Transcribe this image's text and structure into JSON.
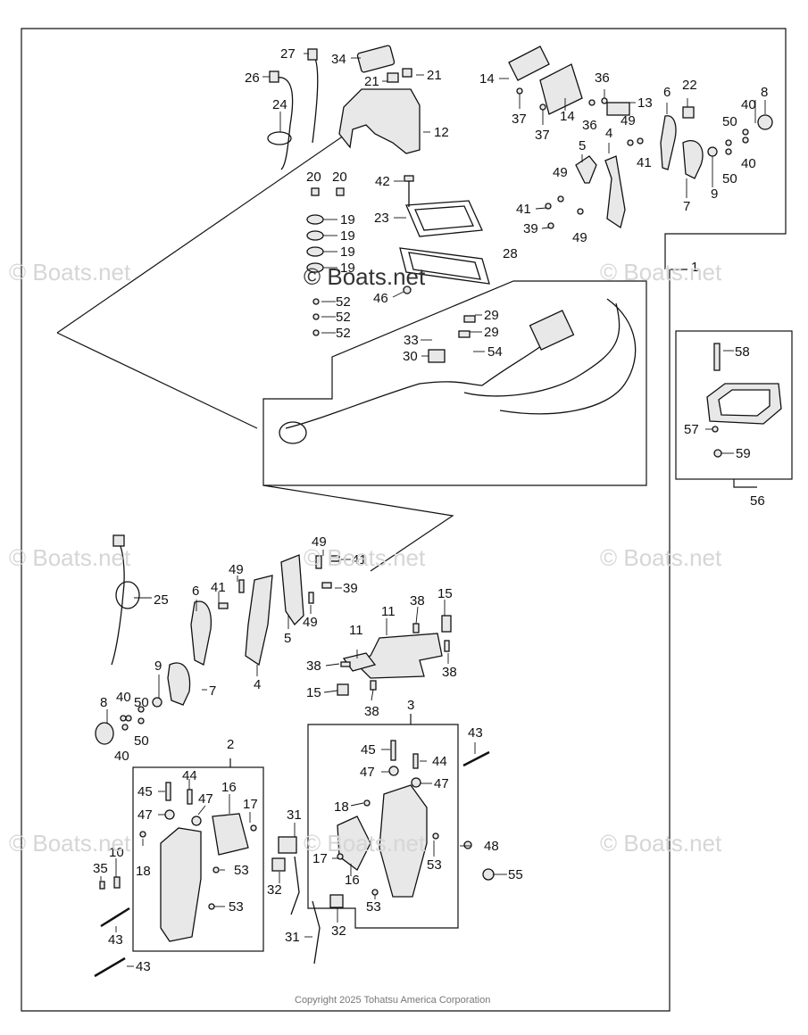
{
  "watermark": "© Boats.net",
  "copyright": "Copyright 2025 Tohatsu America Corporation",
  "colors": {
    "line": "#111111",
    "part_fill": "#e8e8e8",
    "watermark": "#d6d6d6"
  },
  "callouts": [
    {
      "id": "c27",
      "text": "27"
    },
    {
      "id": "c34",
      "text": "34"
    },
    {
      "id": "c26",
      "text": "26"
    },
    {
      "id": "c21a",
      "text": "21"
    },
    {
      "id": "c21b",
      "text": "21"
    },
    {
      "id": "c24",
      "text": "24"
    },
    {
      "id": "c12",
      "text": "12"
    },
    {
      "id": "c20a",
      "text": "20"
    },
    {
      "id": "c20b",
      "text": "20"
    },
    {
      "id": "c42",
      "text": "42"
    },
    {
      "id": "c23",
      "text": "23"
    },
    {
      "id": "c19a",
      "text": "19"
    },
    {
      "id": "c19b",
      "text": "19"
    },
    {
      "id": "c19c",
      "text": "19"
    },
    {
      "id": "c19d",
      "text": "19"
    },
    {
      "id": "c46",
      "text": "46"
    },
    {
      "id": "c52a",
      "text": "52"
    },
    {
      "id": "c52b",
      "text": "52"
    },
    {
      "id": "c52c",
      "text": "52"
    },
    {
      "id": "c28",
      "text": "28"
    },
    {
      "id": "c29a",
      "text": "29"
    },
    {
      "id": "c29b",
      "text": "29"
    },
    {
      "id": "c33",
      "text": "33"
    },
    {
      "id": "c30",
      "text": "30"
    },
    {
      "id": "c54",
      "text": "54"
    },
    {
      "id": "c14a",
      "text": "14"
    },
    {
      "id": "c14b",
      "text": "14"
    },
    {
      "id": "c37a",
      "text": "37"
    },
    {
      "id": "c37b",
      "text": "37"
    },
    {
      "id": "c36a",
      "text": "36"
    },
    {
      "id": "c36b",
      "text": "36"
    },
    {
      "id": "c13",
      "text": "13"
    },
    {
      "id": "c6a",
      "text": "6"
    },
    {
      "id": "c22",
      "text": "22"
    },
    {
      "id": "c40a",
      "text": "40"
    },
    {
      "id": "c8a",
      "text": "8"
    },
    {
      "id": "c50a",
      "text": "50"
    },
    {
      "id": "c50b",
      "text": "50"
    },
    {
      "id": "c40b",
      "text": "40"
    },
    {
      "id": "c49a",
      "text": "49"
    },
    {
      "id": "c4a",
      "text": "4"
    },
    {
      "id": "c5a",
      "text": "5"
    },
    {
      "id": "c41a",
      "text": "41"
    },
    {
      "id": "c49b",
      "text": "49"
    },
    {
      "id": "c9a",
      "text": "9"
    },
    {
      "id": "c7a",
      "text": "7"
    },
    {
      "id": "c41b",
      "text": "41"
    },
    {
      "id": "c39a",
      "text": "39"
    },
    {
      "id": "c49c",
      "text": "49"
    },
    {
      "id": "c1",
      "text": "1"
    },
    {
      "id": "c58",
      "text": "58"
    },
    {
      "id": "c57",
      "text": "57"
    },
    {
      "id": "c59",
      "text": "59"
    },
    {
      "id": "c56",
      "text": "56"
    },
    {
      "id": "c49d",
      "text": "49"
    },
    {
      "id": "c41c",
      "text": "41"
    },
    {
      "id": "c25",
      "text": "25"
    },
    {
      "id": "c49e",
      "text": "49"
    },
    {
      "id": "c39b",
      "text": "39"
    },
    {
      "id": "c6b",
      "text": "6"
    },
    {
      "id": "c41d",
      "text": "41"
    },
    {
      "id": "c49f",
      "text": "49"
    },
    {
      "id": "c5b",
      "text": "5"
    },
    {
      "id": "c38a",
      "text": "38"
    },
    {
      "id": "c15a",
      "text": "15"
    },
    {
      "id": "c11a",
      "text": "11"
    },
    {
      "id": "c11b",
      "text": "11"
    },
    {
      "id": "c38b",
      "text": "38"
    },
    {
      "id": "c38c",
      "text": "38"
    },
    {
      "id": "c15b",
      "text": "15"
    },
    {
      "id": "c38d",
      "text": "38"
    },
    {
      "id": "c9b",
      "text": "9"
    },
    {
      "id": "c7b",
      "text": "7"
    },
    {
      "id": "c4b",
      "text": "4"
    },
    {
      "id": "c8b",
      "text": "8"
    },
    {
      "id": "c40c",
      "text": "40"
    },
    {
      "id": "c50c",
      "text": "50"
    },
    {
      "id": "c50d",
      "text": "50"
    },
    {
      "id": "c40d",
      "text": "40"
    },
    {
      "id": "c3",
      "text": "3"
    },
    {
      "id": "c43a",
      "text": "43"
    },
    {
      "id": "c45a",
      "text": "45"
    },
    {
      "id": "c44a",
      "text": "44"
    },
    {
      "id": "c47a",
      "text": "47"
    },
    {
      "id": "c47b",
      "text": "47"
    },
    {
      "id": "c2",
      "text": "2"
    },
    {
      "id": "c44b",
      "text": "44"
    },
    {
      "id": "c45b",
      "text": "45"
    },
    {
      "id": "c47c",
      "text": "47"
    },
    {
      "id": "c16a",
      "text": "16"
    },
    {
      "id": "c17a",
      "text": "17"
    },
    {
      "id": "c47d",
      "text": "47"
    },
    {
      "id": "c31a",
      "text": "31"
    },
    {
      "id": "c18a",
      "text": "18"
    },
    {
      "id": "c10",
      "text": "10"
    },
    {
      "id": "c18b",
      "text": "18"
    },
    {
      "id": "c53a",
      "text": "53"
    },
    {
      "id": "c35",
      "text": "35"
    },
    {
      "id": "c48",
      "text": "48"
    },
    {
      "id": "c17b",
      "text": "17"
    },
    {
      "id": "c16b",
      "text": "16"
    },
    {
      "id": "c53b",
      "text": "53"
    },
    {
      "id": "c55",
      "text": "55"
    },
    {
      "id": "c32a",
      "text": "32"
    },
    {
      "id": "c53c",
      "text": "53"
    },
    {
      "id": "c53d",
      "text": "53"
    },
    {
      "id": "c43b",
      "text": "43"
    },
    {
      "id": "c31b",
      "text": "31"
    },
    {
      "id": "c32b",
      "text": "32"
    },
    {
      "id": "c43c",
      "text": "43"
    }
  ]
}
